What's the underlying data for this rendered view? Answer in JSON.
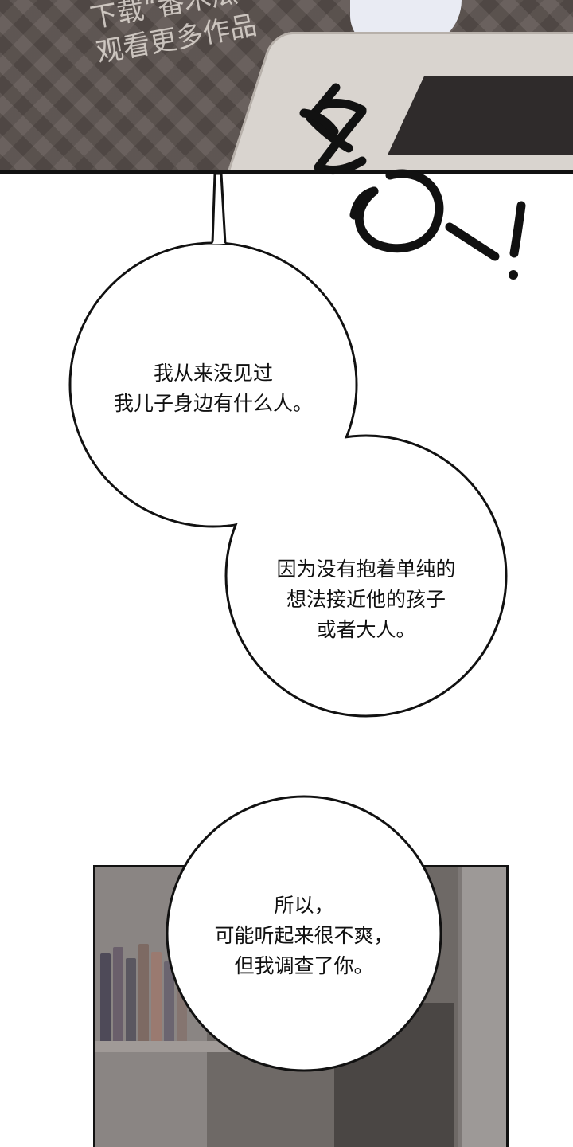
{
  "watermark": {
    "line1": "下载“番木瓜",
    "line2": "观看更多作品"
  },
  "sfx": {
    "text": "EO~!"
  },
  "bubbles": [
    {
      "id": "bubble-1",
      "text": "我从来没见过\n我儿子身边有什么人。"
    },
    {
      "id": "bubble-2",
      "text": "因为没有抱着单纯的\n想法接近他的孩子\n或者大人。"
    },
    {
      "id": "bubble-3",
      "text": "所以，\n可能听起来很不爽，\n但我调查了你。"
    }
  ],
  "colors": {
    "ink": "#111111",
    "bubble_fill": "#ffffff",
    "floor": "#5f5652",
    "sofa": "#d9d4cf",
    "room": "#6e6966"
  }
}
